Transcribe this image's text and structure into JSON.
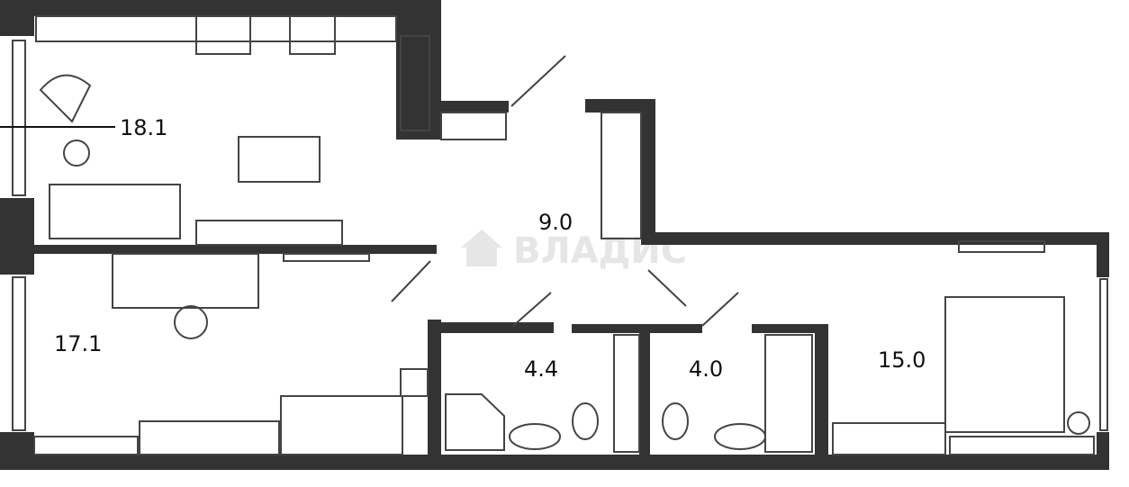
{
  "watermark": "ВЛАДИС",
  "rooms": [
    {
      "id": "living-kitchen",
      "area": "18.1"
    },
    {
      "id": "hallway",
      "area": "9.0"
    },
    {
      "id": "room",
      "area": "17.1"
    },
    {
      "id": "bathroom-1",
      "area": "4.4"
    },
    {
      "id": "bathroom-2",
      "area": "4.0"
    },
    {
      "id": "bedroom",
      "area": "15.0"
    }
  ],
  "colors": {
    "walls": "#333333",
    "furniture": "#444444",
    "background": "#ffffff"
  }
}
